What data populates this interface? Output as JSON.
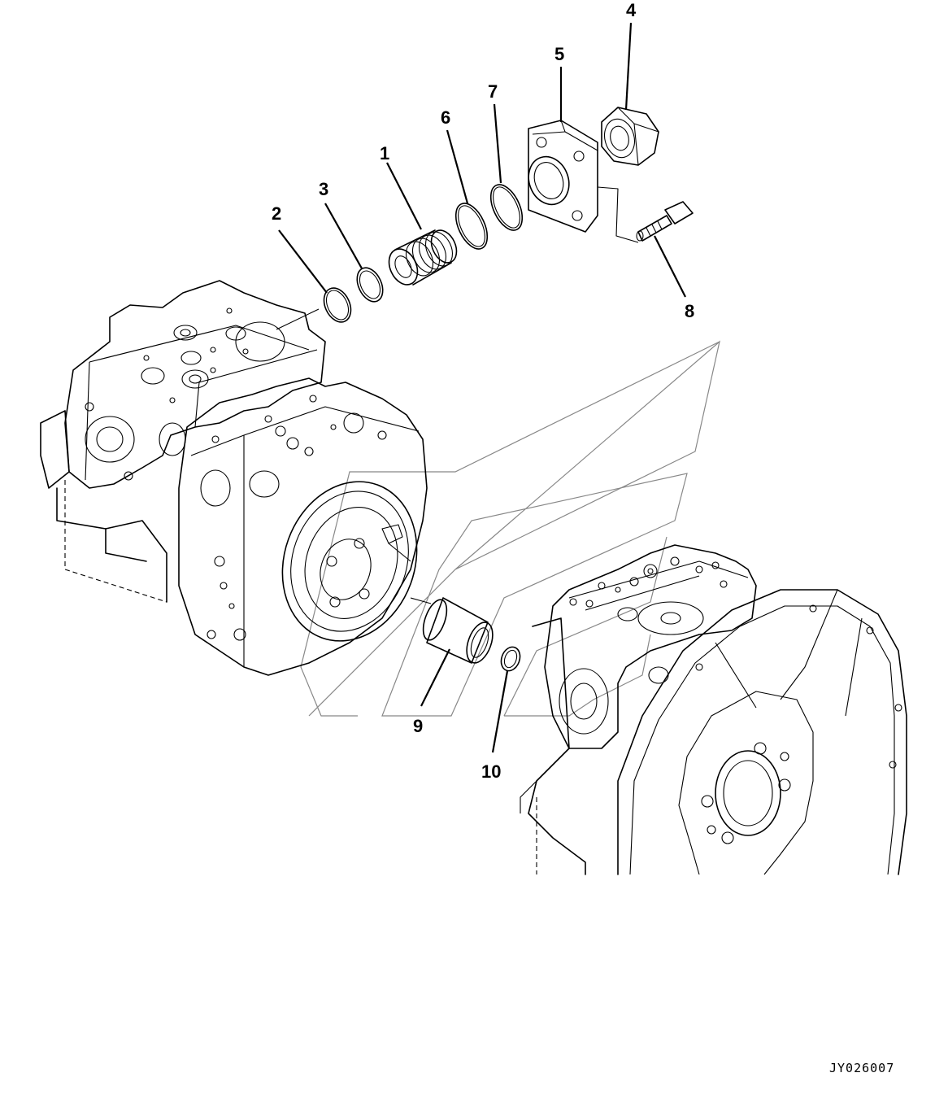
{
  "callouts": [
    {
      "id": "1",
      "label": "1"
    },
    {
      "id": "2",
      "label": "2"
    },
    {
      "id": "3",
      "label": "3"
    },
    {
      "id": "4",
      "label": "4"
    },
    {
      "id": "5",
      "label": "5"
    },
    {
      "id": "6",
      "label": "6"
    },
    {
      "id": "7",
      "label": "7"
    },
    {
      "id": "8",
      "label": "8"
    },
    {
      "id": "9",
      "label": "9"
    },
    {
      "id": "10",
      "label": "10"
    }
  ],
  "drawing_code": "JY026007"
}
